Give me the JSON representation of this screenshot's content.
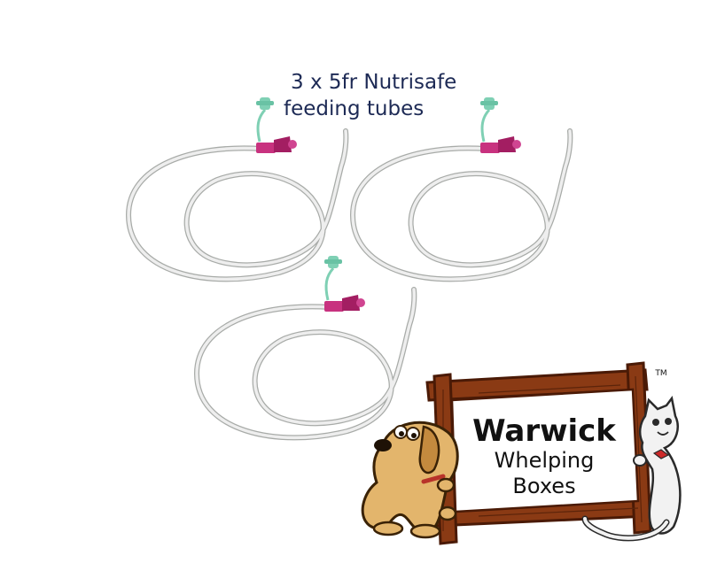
{
  "caption": {
    "line1": "3 x 5fr Nutrisafe",
    "line2": "feeding tubes"
  },
  "logo": {
    "line1": "Warwick",
    "line2": "Whelping",
    "line3": "Boxes",
    "trademark": "TM"
  },
  "colors": {
    "tube": "#d9dbd9",
    "tube_shadow": "#a8aba8",
    "connector_pink": "#c8327f",
    "cap_green": "#7fd0b4",
    "frame_wood": "#8a3a14",
    "frame_dark": "#4a1a06",
    "dog": "#e3b56c",
    "cat": "#f2f2f2",
    "text_dark": "#1d2a55"
  },
  "icons": [
    "feeding-tube-icon",
    "dog-mascot-icon",
    "cat-mascot-icon",
    "wooden-sign-frame-icon"
  ]
}
